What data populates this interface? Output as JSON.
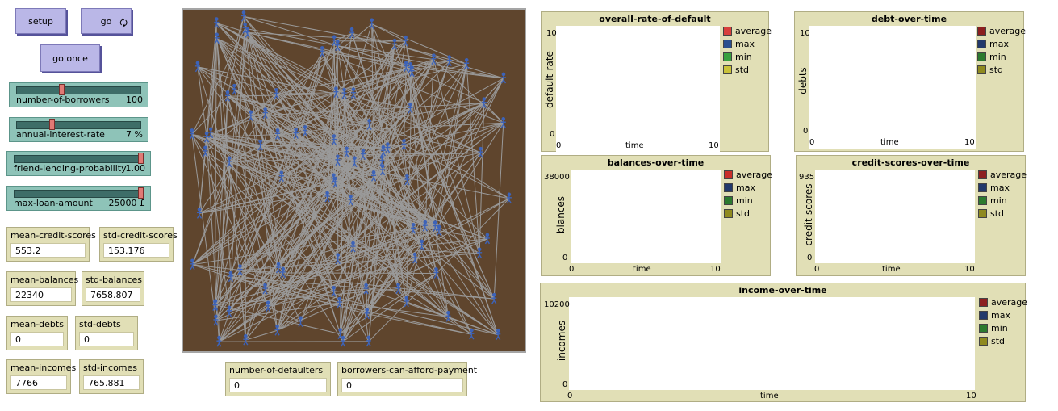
{
  "buttons": {
    "setup": "setup",
    "go": "go",
    "go_loop": "🗘",
    "go_once": "go once"
  },
  "sliders": [
    {
      "label": "number-of-borrowers",
      "value": "100",
      "fraction": 0.36
    },
    {
      "label": "annual-interest-rate",
      "value": "7 %",
      "fraction": 0.28
    },
    {
      "label": "friend-lending-probability",
      "value": "1.00",
      "fraction": 1.0
    },
    {
      "label": "max-loan-amount",
      "value": "25000 £",
      "fraction": 1.0
    }
  ],
  "monitors": {
    "mean_credit_scores": {
      "label": "mean-credit-scores",
      "value": "553.2"
    },
    "std_credit_scores": {
      "label": "std-credit-scores",
      "value": "153.176"
    },
    "mean_balances": {
      "label": "mean-balances",
      "value": "22340"
    },
    "std_balances": {
      "label": "std-balances",
      "value": "7658.807"
    },
    "mean_debts": {
      "label": "mean-debts",
      "value": "0"
    },
    "std_debts": {
      "label": "std-debts",
      "value": "0"
    },
    "mean_incomes": {
      "label": "mean-incomes",
      "value": "7766"
    },
    "std_incomes": {
      "label": "std-incomes",
      "value": "765.881"
    },
    "number_of_defaulters": {
      "label": "number-of-defaulters",
      "value": "0"
    },
    "borrowers_can_afford": {
      "label": "borrowers-can-afford-payment",
      "value": "0"
    }
  },
  "world": {
    "background": "#5f452d",
    "link_color": "#9a9a9a",
    "agent_color": "#3d63b8",
    "agent_shape": "person-icon"
  },
  "plots": {
    "default_rate": {
      "title": "overall-rate-of-default",
      "ylabel": "default-rate",
      "xlabel": "time",
      "ymin": "0",
      "ymax": "10",
      "xmin": "0",
      "xmax": "10",
      "legend": [
        {
          "name": "average",
          "color": "#d8403c"
        },
        {
          "name": "max",
          "color": "#2a4f8f"
        },
        {
          "name": "min",
          "color": "#38a13e"
        },
        {
          "name": "std",
          "color": "#c9c23a"
        }
      ]
    },
    "debt": {
      "title": "debt-over-time",
      "ylabel": "debts",
      "xlabel": "time",
      "ymin": "0",
      "ymax": "10",
      "xmin": "0",
      "xmax": "10",
      "legend": [
        {
          "name": "average",
          "color": "#8c1f1f"
        },
        {
          "name": "max",
          "color": "#22396b"
        },
        {
          "name": "min",
          "color": "#2c7a2f"
        },
        {
          "name": "std",
          "color": "#8f8a1f"
        }
      ]
    },
    "balances": {
      "title": "balances-over-time",
      "ylabel": "blances",
      "xlabel": "time",
      "ymin": "0",
      "ymax": "38000",
      "xmin": "0",
      "xmax": "10",
      "legend": [
        {
          "name": "average",
          "color": "#c82e2a"
        },
        {
          "name": "max",
          "color": "#22396b"
        },
        {
          "name": "min",
          "color": "#2c7a2f"
        },
        {
          "name": "std",
          "color": "#8f8a1f"
        }
      ]
    },
    "credit": {
      "title": "credit-scores-over-time",
      "ylabel": "credit-scores",
      "xlabel": "time",
      "ymin": "0",
      "ymax": "935",
      "xmin": "0",
      "xmax": "10",
      "legend": [
        {
          "name": "average",
          "color": "#8c1f1f"
        },
        {
          "name": "max",
          "color": "#22396b"
        },
        {
          "name": "min",
          "color": "#2c7a2f"
        },
        {
          "name": "std",
          "color": "#8f8a1f"
        }
      ]
    },
    "income": {
      "title": "income-over-time",
      "ylabel": "incomes",
      "xlabel": "time",
      "ymin": "0",
      "ymax": "10200",
      "xmin": "0",
      "xmax": "10",
      "legend": [
        {
          "name": "average",
          "color": "#8c1f1f"
        },
        {
          "name": "max",
          "color": "#22396b"
        },
        {
          "name": "min",
          "color": "#2c7a2f"
        },
        {
          "name": "std",
          "color": "#8f8a1f"
        }
      ]
    }
  }
}
